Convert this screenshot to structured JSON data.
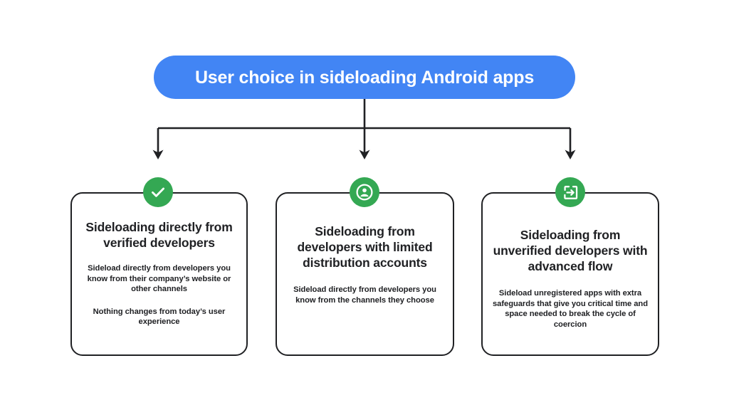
{
  "banner": {
    "title": "User choice in sideloading Android apps",
    "background_color": "#4285F4",
    "text_color": "#FFFFFF"
  },
  "theme": {
    "accent_blue": "#4285F4",
    "badge_green": "#34A853",
    "ink": "#202124",
    "canvas": "#FFFFFF"
  },
  "connector": {
    "color": "#202124",
    "style": "vertical stem from banner to horizontal bus, three down arrows"
  },
  "cards": [
    {
      "icon": "check-icon",
      "icon_color": "#34A853",
      "title": "Sideloading directly from verified developers",
      "paragraphs": [
        "Sideload directly from developers you know from their company’s website or other channels",
        "Nothing changes from today’s user experience"
      ]
    },
    {
      "icon": "account-circle-icon",
      "icon_color": "#34A853",
      "title": "Sideloading from developers with limited distribution accounts",
      "paragraphs": [
        "Sideload directly from developers you know from the channels they choose"
      ]
    },
    {
      "icon": "exit-to-app-icon",
      "icon_color": "#34A853",
      "title": "Sideloading from unverified developers with advanced flow",
      "paragraphs": [
        "Sideload unregistered apps with extra safeguards that give you critical time and space needed to break the cycle of coercion"
      ]
    }
  ]
}
